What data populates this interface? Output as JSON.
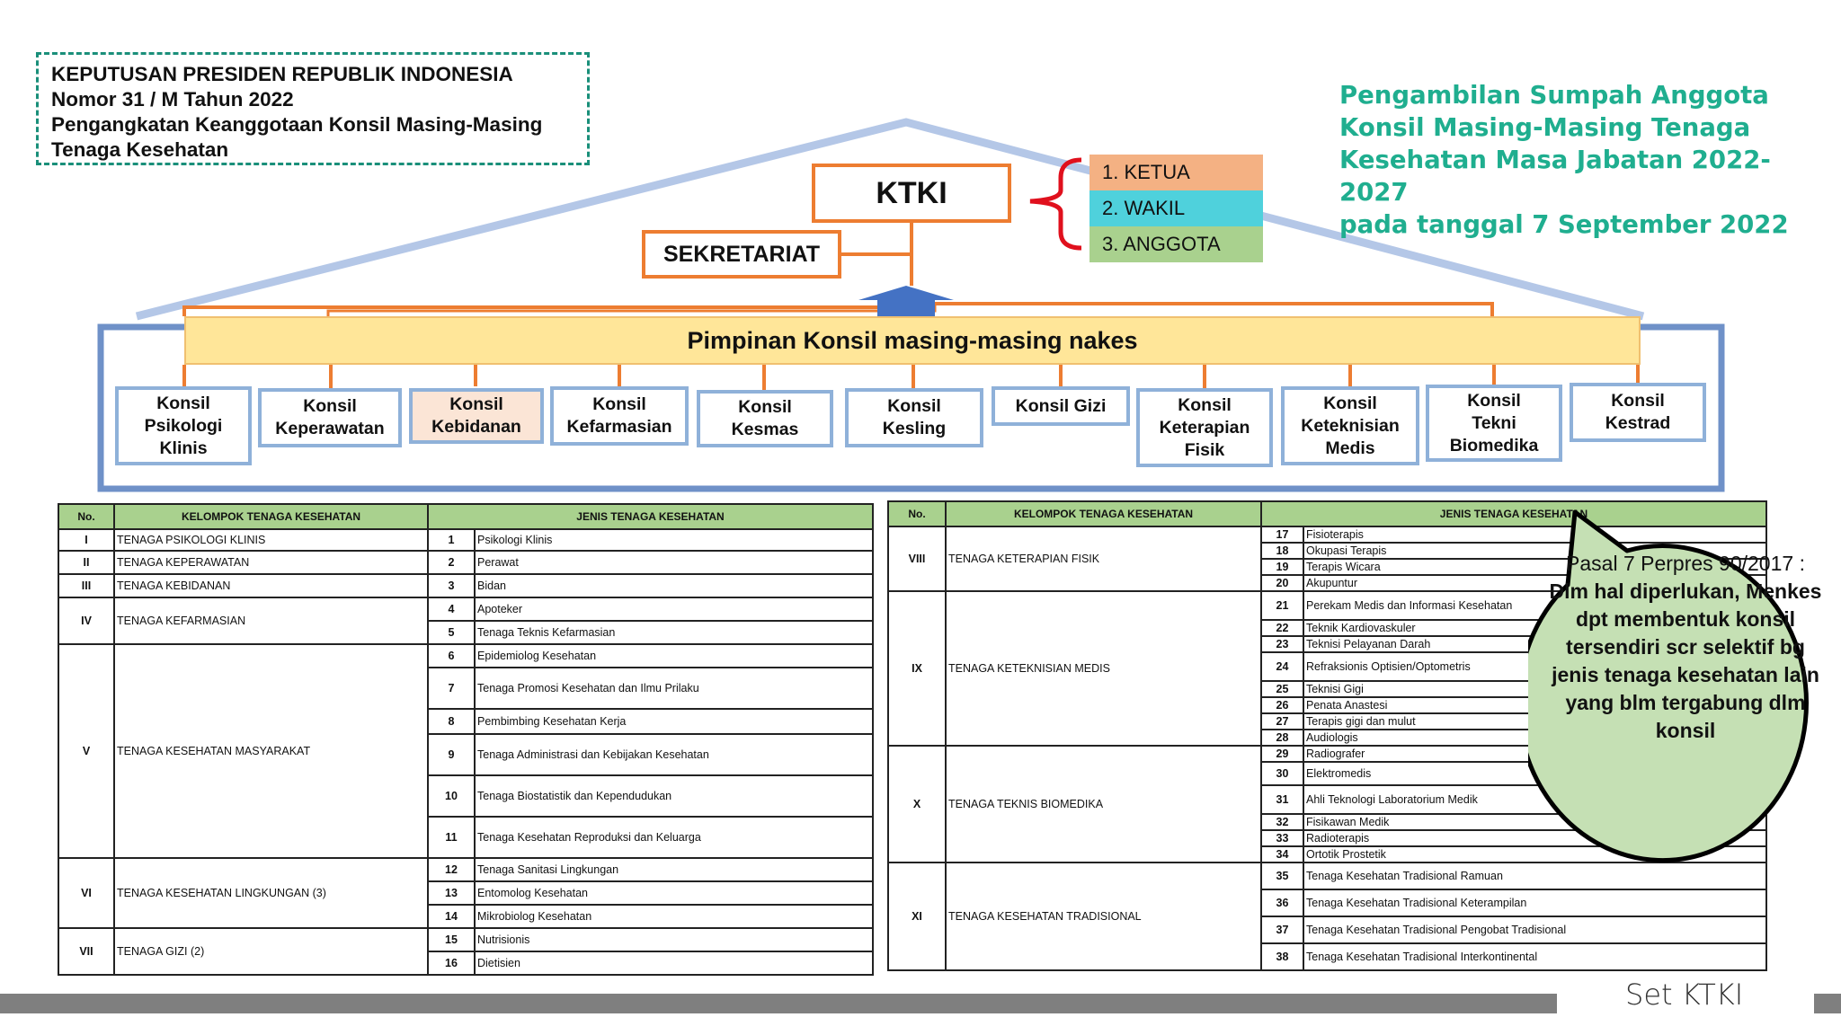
{
  "decree": {
    "line1": "KEPUTUSAN PRESIDEN REPUBLIK INDONESIA",
    "line2": "Nomor 31 / M Tahun 2022",
    "line3": "Pengangkatan Keanggotaan Konsil Masing-Masing",
    "line4": "Tenaga Kesehatan"
  },
  "ceremony": {
    "line1": "Pengambilan Sumpah Anggota",
    "line2": "Konsil Masing-Masing Tenaga",
    "line3": "Kesehatan Masa Jabatan 2022-2027",
    "line4": "pada tanggal 7 September 2022"
  },
  "ktki": "KTKI",
  "sekretariat": "SEKRETARIAT",
  "roles": [
    "1.  KETUA",
    "2.  WAKIL",
    "3.  ANGGOTA"
  ],
  "role_colors": [
    "#f4b183",
    "#4fd1dc",
    "#a9d18e"
  ],
  "pimpinan": "Pimpinan Konsil masing-masing nakes",
  "konsil": [
    "Konsil\nPsikologi\nKlinis",
    "Konsil\nKeperawatan",
    "Konsil\nKebidanan",
    "Konsil\nKefarmasian",
    "Konsil\nKesmas",
    "Konsil\nKesling",
    "Konsil Gizi",
    "Konsil\nKeterapian\nFisik",
    "Konsil\nKeteknisian\nMedis",
    "Konsil\nTekni\nBiomedika",
    "Konsil\nKestrad"
  ],
  "table_headers": {
    "no": "No.",
    "kelompok": "KELOMPOK TENAGA KESEHATAN",
    "jenis": "JENIS TENAGA KESEHATAN"
  },
  "left_groups": [
    {
      "no": "I",
      "name": "TENAGA PSIKOLOGI KLINIS",
      "items": [
        {
          "n": "1",
          "t": "Psikologi Klinis"
        }
      ]
    },
    {
      "no": "II",
      "name": "TENAGA KEPERAWATAN",
      "items": [
        {
          "n": "2",
          "t": "Perawat"
        }
      ]
    },
    {
      "no": "III",
      "name": "TENAGA KEBIDANAN",
      "items": [
        {
          "n": "3",
          "t": "Bidan"
        }
      ]
    },
    {
      "no": "IV",
      "name": "TENAGA KEFARMASIAN",
      "items": [
        {
          "n": "4",
          "t": "Apoteker"
        },
        {
          "n": "5",
          "t": "Tenaga Teknis Kefarmasian"
        }
      ]
    },
    {
      "no": "V",
      "name": "TENAGA KESEHATAN MASYARAKAT",
      "items": [
        {
          "n": "6",
          "t": "Epidemiolog Kesehatan"
        },
        {
          "n": "7",
          "t": "Tenaga Promosi Kesehatan dan Ilmu Prilaku"
        },
        {
          "n": "8",
          "t": "Pembimbing Kesehatan Kerja"
        },
        {
          "n": "9",
          "t": "Tenaga Administrasi dan Kebijakan Kesehatan"
        },
        {
          "n": "10",
          "t": "Tenaga Biostatistik dan Kependudukan"
        },
        {
          "n": "11",
          "t": "Tenaga Kesehatan Reproduksi dan Keluarga"
        }
      ]
    },
    {
      "no": "VI",
      "name": "TENAGA KESEHATAN LINGKUNGAN (3)",
      "items": [
        {
          "n": "12",
          "t": "Tenaga Sanitasi Lingkungan"
        },
        {
          "n": "13",
          "t": "Entomolog Kesehatan"
        },
        {
          "n": "14",
          "t": "Mikrobiolog Kesehatan"
        }
      ]
    },
    {
      "no": "VII",
      "name": "TENAGA GIZI (2)",
      "items": [
        {
          "n": "15",
          "t": "Nutrisionis"
        },
        {
          "n": "16",
          "t": "Dietisien"
        }
      ]
    }
  ],
  "right_groups": [
    {
      "no": "VIII",
      "name": "TENAGA KETERAPIAN FISIK",
      "items": [
        {
          "n": "17",
          "t": "Fisioterapis"
        },
        {
          "n": "18",
          "t": "Okupasi Terapis"
        },
        {
          "n": "19",
          "t": "Terapis Wicara"
        },
        {
          "n": "20",
          "t": "Akupuntur"
        }
      ]
    },
    {
      "no": "IX",
      "name": "TENAGA KETEKNISIAN MEDIS",
      "items": [
        {
          "n": "21",
          "t": "Perekam Medis dan Informasi Kesehatan"
        },
        {
          "n": "22",
          "t": "Teknik Kardiovaskuler"
        },
        {
          "n": "23",
          "t": "Teknisi Pelayanan Darah"
        },
        {
          "n": "24",
          "t": "Refraksionis Optisien/Optometris"
        },
        {
          "n": "25",
          "t": "Teknisi Gigi"
        },
        {
          "n": "26",
          "t": "Penata Anastesi"
        },
        {
          "n": "27",
          "t": "Terapis gigi dan mulut"
        },
        {
          "n": "28",
          "t": "Audiologis"
        }
      ]
    },
    {
      "no": "X",
      "name": "TENAGA TEKNIS BIOMEDIKA",
      "items": [
        {
          "n": "29",
          "t": "Radiografer"
        },
        {
          "n": "30",
          "t": "Elektromedis"
        },
        {
          "n": "31",
          "t": "Ahli Teknologi Laboratorium Medik"
        },
        {
          "n": "32",
          "t": "Fisikawan Medik"
        },
        {
          "n": "33",
          "t": "Radioterapis"
        },
        {
          "n": "34",
          "t": "Ortotik Prostetik"
        }
      ]
    },
    {
      "no": "XI",
      "name": "TENAGA KESEHATAN TRADISIONAL",
      "items": [
        {
          "n": "35",
          "t": "Tenaga Kesehatan Tradisional Ramuan"
        },
        {
          "n": "36",
          "t": "Tenaga Kesehatan Tradisional Keterampilan"
        },
        {
          "n": "37",
          "t": "Tenaga Kesehatan Tradisional Pengobat Tradisional"
        },
        {
          "n": "38",
          "t": "Tenaga Kesehatan Tradisional Interkontinental"
        }
      ]
    }
  ],
  "callout": {
    "lead": "Pasal 7 Perpres 90/2017 : ",
    "bold": "Dlm hal diperlukan, Menkes dpt membentuk konsil tersendiri scr selektif bg jenis tenaga kesehatan lain yang blm tergabung dlm konsil"
  },
  "footer": "Set KTKI"
}
